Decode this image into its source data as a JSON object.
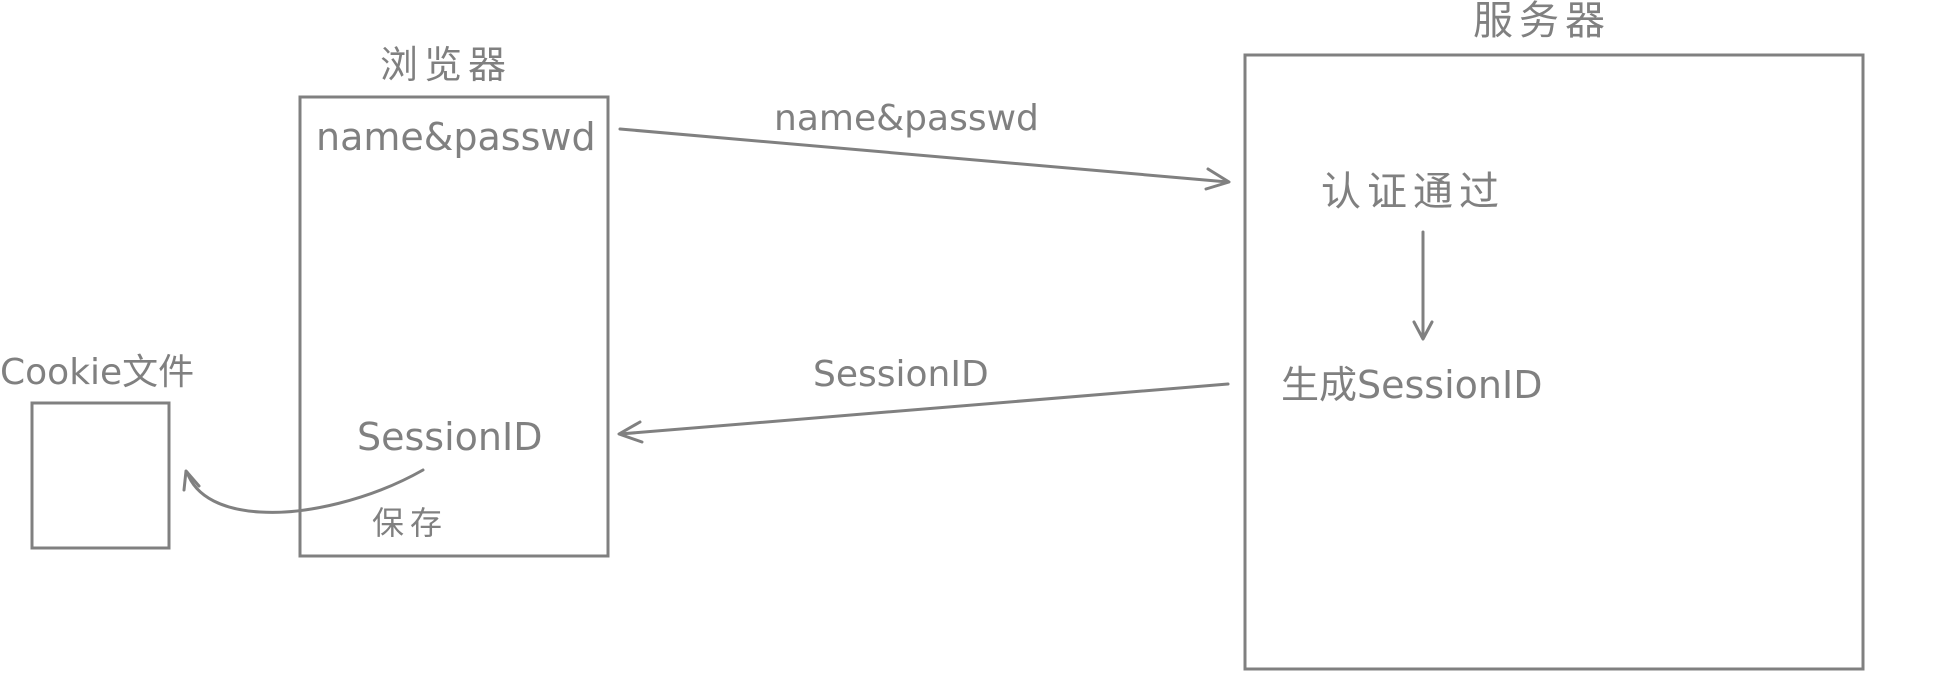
{
  "diagram": {
    "browser": {
      "title": "浏览器",
      "credentials_text": "name&passwd",
      "session_text": "SessionID"
    },
    "server": {
      "title": "服务器",
      "auth_text": "认证通过",
      "generate_text": "生成SessionID"
    },
    "cookie": {
      "title": "Cookie文件"
    },
    "arrows": {
      "request_label": "name&passwd",
      "response_label": "SessionID",
      "save_label": "保存"
    }
  }
}
